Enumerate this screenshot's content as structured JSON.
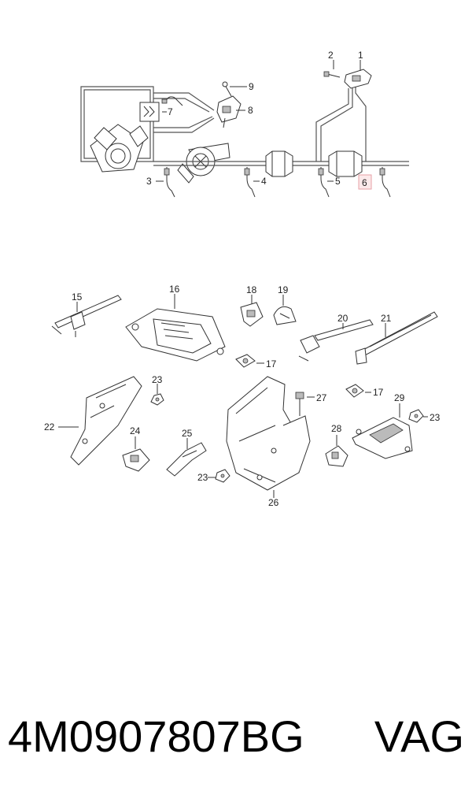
{
  "diagram": {
    "top_callouts": [
      "1",
      "2",
      "3",
      "4",
      "5",
      "6",
      "7",
      "8",
      "9"
    ],
    "bottom_callouts": [
      "15",
      "16",
      "17",
      "17",
      "18",
      "19",
      "20",
      "21",
      "22",
      "23",
      "23",
      "23",
      "24",
      "25",
      "26",
      "27",
      "28",
      "29"
    ],
    "highlighted_callout": "6"
  },
  "footer": {
    "part_number": "4M0907807BG",
    "brand": "VAG"
  }
}
